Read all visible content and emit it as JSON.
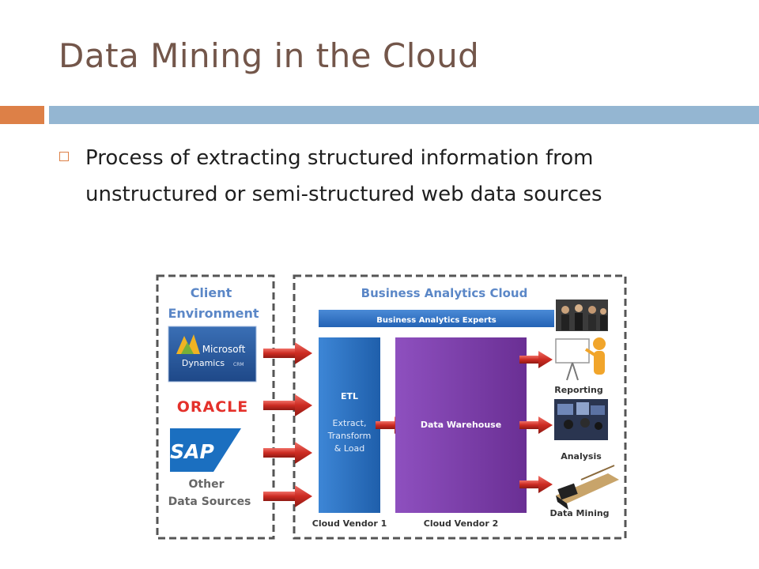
{
  "slide": {
    "title": "Data Mining in the Cloud",
    "bullet": "Process of extracting structured information from unstructured or semi-structured web data sources"
  },
  "diagram": {
    "client": {
      "title_line1": "Client",
      "title_line2": "Environment",
      "microsoft_line1": "Microsoft",
      "microsoft_line2": "Dynamics",
      "microsoft_suffix": "CRM",
      "oracle": "ORACLE",
      "sap": "SAP",
      "other_line1": "Other",
      "other_line2": "Data Sources"
    },
    "cloud": {
      "title": "Business Analytics Cloud",
      "experts": "Business Analytics Experts",
      "etl_title": "ETL",
      "etl_line1": "Extract,",
      "etl_line2": "Transform",
      "etl_line3": "& Load",
      "warehouse": "Data Warehouse",
      "vendor1": "Cloud Vendor 1",
      "vendor2": "Cloud Vendor 2",
      "reporting": "Reporting",
      "analysis": "Analysis",
      "data_mining": "Data Mining"
    },
    "colors": {
      "title_blue": "#5b87c7",
      "etl_blue": "#2e74c8",
      "warehouse_purple": "#7b3fa6",
      "arrow_red": "#c0392b",
      "accent_orange": "#dd8047",
      "accent_blue": "#94b6d2"
    }
  }
}
